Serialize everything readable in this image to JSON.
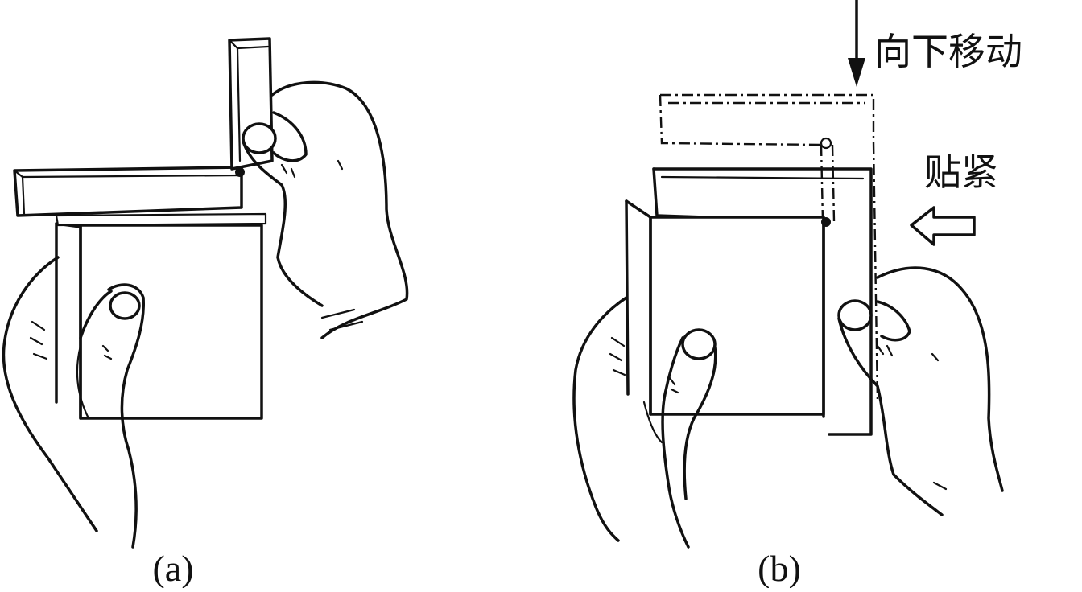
{
  "figure": {
    "panel_a": {
      "caption": "(a)"
    },
    "panel_b": {
      "caption": "(b)",
      "label_move_down": "向下移动",
      "label_press_tight": "贴紧"
    }
  }
}
